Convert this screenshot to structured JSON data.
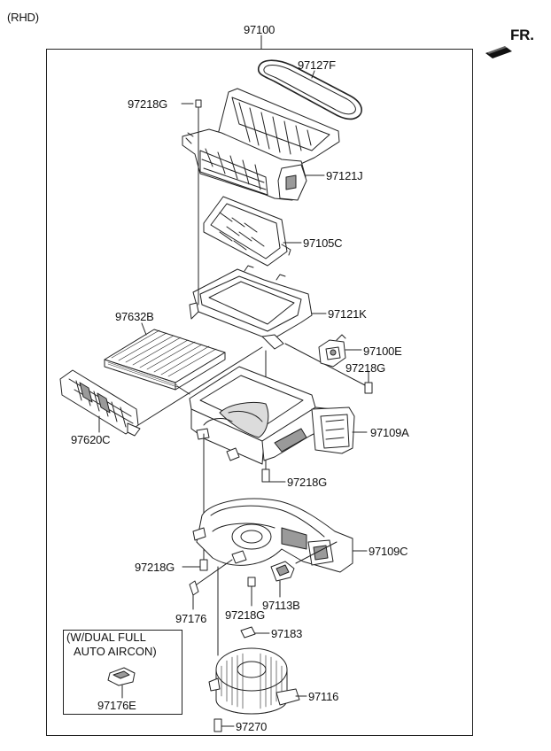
{
  "header": {
    "variant": "(RHD)",
    "direction_label": "FR."
  },
  "assembly": {
    "number": "97100"
  },
  "parts": {
    "p97127F": "97127F",
    "p97218G_top": "97218G",
    "p97121J": "97121J",
    "p97105C": "97105C",
    "p97121K": "97121K",
    "p97632B": "97632B",
    "p97100E": "97100E",
    "p97218G_mid": "97218G",
    "p97620C": "97620C",
    "p97109A": "97109A",
    "p97218G_lower": "97218G",
    "p97218G_left": "97218G",
    "p97109C": "97109C",
    "p97176": "97176",
    "p97113B": "97113B",
    "p97218G_bottom": "97218G",
    "p97183": "97183",
    "p97116": "97116",
    "p97270": "97270",
    "p97176E": "97176E"
  },
  "inset": {
    "line1": "(W/DUAL FULL",
    "line2": "AUTO AIRCON)"
  },
  "colors": {
    "line": "#222222",
    "fill": "#ffffff",
    "shade": "#9a9a9a"
  }
}
